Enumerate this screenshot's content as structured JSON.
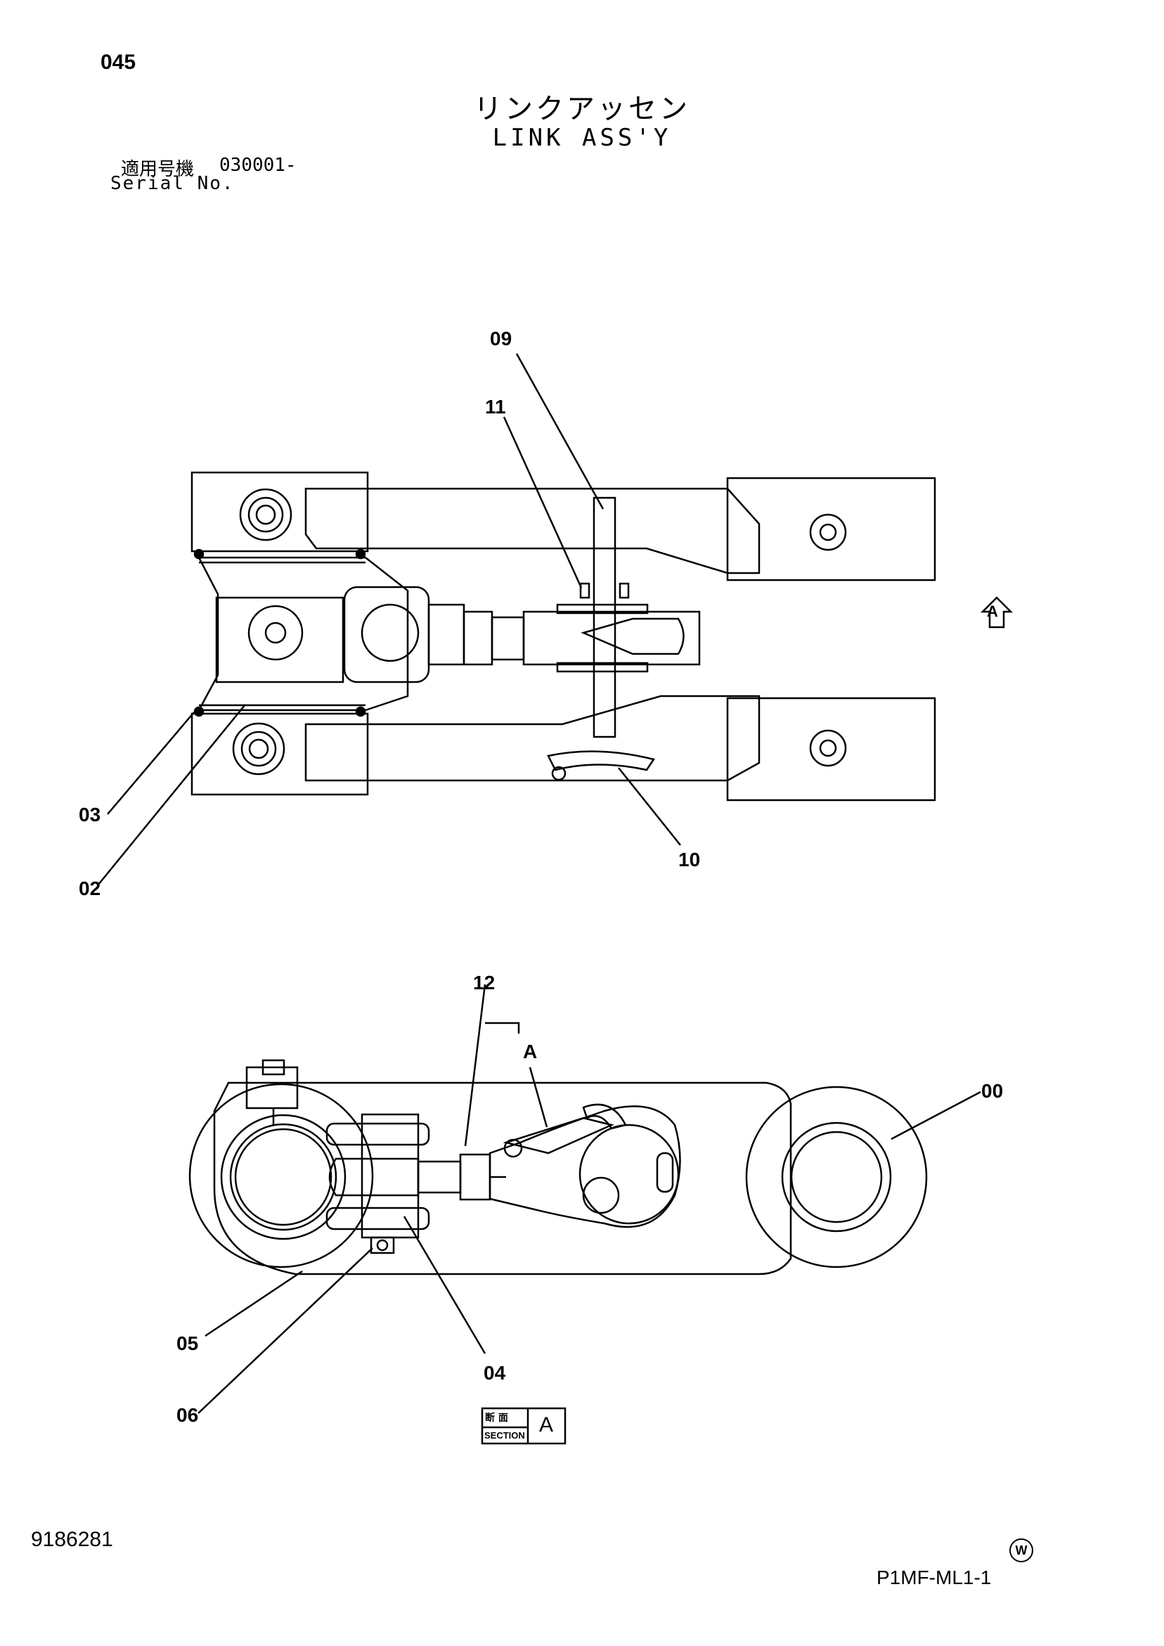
{
  "header": {
    "page_number": "045",
    "title_jp": "リンクアッセン",
    "title_en": "LINK ASS'Y",
    "serial_label_jp": "適用号機",
    "serial_value": "030001-",
    "serial_label_en": "Serial No."
  },
  "top_view": {
    "callouts": [
      "09",
      "11",
      "03",
      "02",
      "10"
    ],
    "view_arrow_label": "A"
  },
  "section_view": {
    "callouts": [
      "12",
      "00",
      "05",
      "06",
      "04"
    ],
    "arrow_label": "A",
    "section_box": {
      "label_jp": "断 面",
      "label_en": "SECTION",
      "letter": "A"
    }
  },
  "footer": {
    "doc_number": "9186281",
    "mark": "W",
    "code": "P1MF-ML1-1"
  }
}
